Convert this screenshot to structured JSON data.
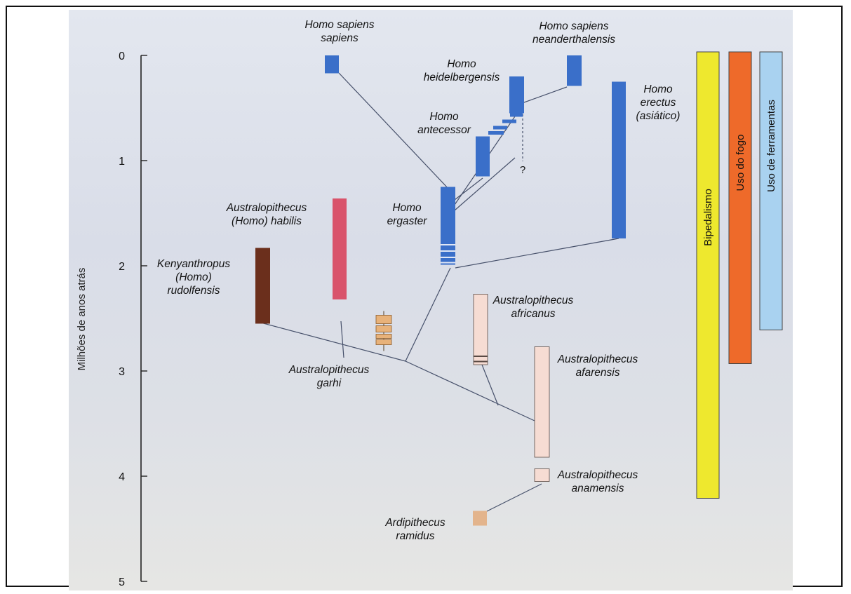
{
  "axis": {
    "label": "Milhões de anos atrás",
    "ticks": [
      0,
      1,
      2,
      3,
      4,
      5
    ]
  },
  "colors": {
    "homo_blue": "#3a6fc9",
    "habilis_pink": "#d9536b",
    "rudolfensis_brown": "#6b2f1c",
    "australopith_peach": "#f6dcd3",
    "garhi_tan": "#e8b27a",
    "ramidus_tan": "#e3b48c",
    "bipedalismo_yellow": "#eee82e",
    "fogo_orange": "#ee6a2a",
    "ferramentas_blue": "#a9d2f0"
  },
  "species": [
    {
      "id": "sapiens",
      "label_lines": [
        "Homo sapiens",
        "sapiens"
      ],
      "start": 0.0,
      "end": 0.17,
      "color": "homo_blue"
    },
    {
      "id": "neanderthalensis",
      "label_lines": [
        "Homo sapiens",
        "neanderthalensis"
      ],
      "start": 0.0,
      "end": 0.29,
      "color": "homo_blue"
    },
    {
      "id": "heidelbergensis",
      "label_lines": [
        "Homo",
        "heidelbergensis"
      ],
      "start": 0.2,
      "end": 0.55,
      "color": "homo_blue"
    },
    {
      "id": "antecessor",
      "label_lines": [
        "Homo",
        "antecessor"
      ],
      "start": 0.77,
      "end": 1.15,
      "color": "homo_blue"
    },
    {
      "id": "ergaster",
      "label_lines": [
        "Homo",
        "ergaster"
      ],
      "start": 1.25,
      "end": 1.99,
      "color": "homo_blue"
    },
    {
      "id": "erectus",
      "label_lines": [
        "Homo",
        "erectus",
        "(asiático)"
      ],
      "start": 0.25,
      "end": 1.74,
      "color": "homo_blue"
    },
    {
      "id": "habilis",
      "label_lines": [
        "Australopithecus",
        "(Homo) habilis"
      ],
      "start": 1.36,
      "end": 2.32,
      "color": "habilis_pink"
    },
    {
      "id": "rudolfensis",
      "label_lines": [
        "Kenyanthropus",
        "(Homo)",
        "rudolfensis"
      ],
      "start": 1.83,
      "end": 2.55,
      "color": "rudolfensis_brown"
    },
    {
      "id": "garhi",
      "label_lines": [
        "Australopithecus",
        "garhi"
      ],
      "start": 2.47,
      "end": 2.77,
      "color": "garhi_tan"
    },
    {
      "id": "africanus",
      "label_lines": [
        "Australopithecus",
        "africanus"
      ],
      "start": 2.27,
      "end": 2.94,
      "color": "australopith_peach"
    },
    {
      "id": "afarensis",
      "label_lines": [
        "Australopithecus",
        "afarensis"
      ],
      "start": 2.77,
      "end": 3.82,
      "color": "australopith_peach"
    },
    {
      "id": "anamensis",
      "label_lines": [
        "Australopithecus",
        "anamensis"
      ],
      "start": 3.93,
      "end": 4.05,
      "color": "australopith_peach"
    },
    {
      "id": "ramidus",
      "label_lines": [
        "Ardipithecus",
        "ramidus"
      ],
      "start": 4.33,
      "end": 4.47,
      "color": "ramidus_tan"
    }
  ],
  "question_mark": "?",
  "traits": [
    {
      "id": "bipedalismo",
      "label": "Bipedalismo",
      "start": 0.0,
      "end": 4.21,
      "color": "bipedalismo_yellow"
    },
    {
      "id": "fogo",
      "label": "Uso do fogo",
      "start": 0.0,
      "end": 2.93,
      "color": "fogo_orange"
    },
    {
      "id": "ferramentas",
      "label": "Uso de ferramentas",
      "start": 0.0,
      "end": 2.61,
      "color": "ferramentas_blue"
    }
  ]
}
